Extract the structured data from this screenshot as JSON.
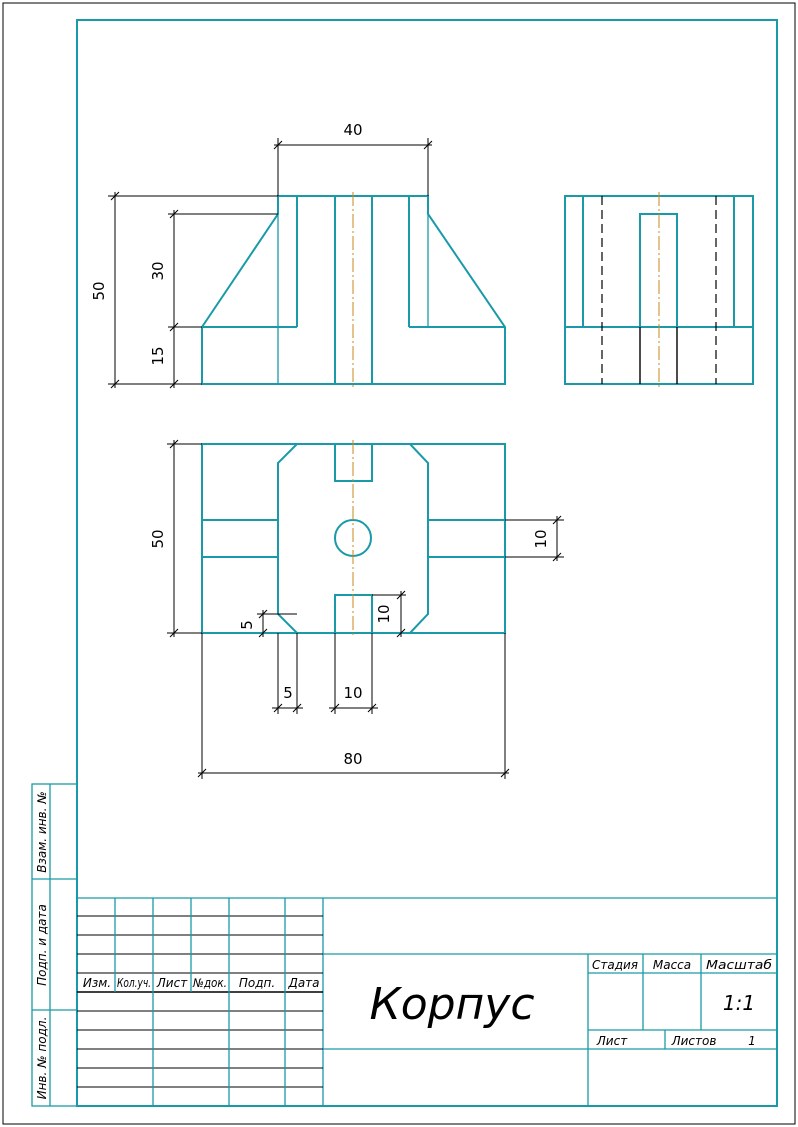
{
  "dimensions": {
    "front_top_width": "40",
    "front_total_height": "50",
    "front_upper_height": "30",
    "front_lower_height": "15",
    "plan_height": "50",
    "plan_slot_width": "10",
    "plan_chamfer_v": "5",
    "plan_slot_depth": "10",
    "plan_chamfer_h": "5",
    "plan_slot_bottom": "10",
    "plan_total_width": "80"
  },
  "title_block": {
    "side_labels": {
      "vzam": "Взам. инв. №",
      "podp": "Подп. и дата",
      "inv": "Инв. № подл."
    },
    "headers": {
      "izm": "Изм.",
      "kol": "Кол.уч.",
      "list": "Лист",
      "ndok": "№док.",
      "podp": "Подп.",
      "data": "Дата"
    },
    "stage_label": "Стадия",
    "mass_label": "Масса",
    "scale_label": "Масштаб",
    "scale_value": "1:1",
    "sheet_label": "Лист",
    "sheets_label": "Листов",
    "sheets_value": "1",
    "part_name": "Корпус"
  }
}
